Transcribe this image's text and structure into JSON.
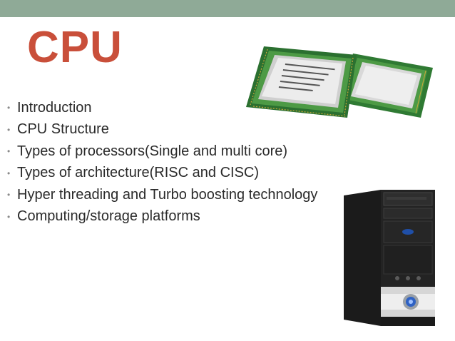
{
  "slide": {
    "title": "CPU",
    "bullets": [
      "Introduction",
      "CPU Structure",
      "Types of processors(Single and multi core)",
      "Types of architecture(RISC and CISC)",
      "Hyper threading and Turbo boosting technology",
      "Computing/storage platforms"
    ],
    "bullet_glyph": "•"
  },
  "colors": {
    "top_band": "#8faa97",
    "title": "#c94f3a",
    "text": "#2a2a2a"
  },
  "images": {
    "cpu_chip_icon": "cpu-chips-icon",
    "desktop_tower_icon": "desktop-tower-icon"
  }
}
